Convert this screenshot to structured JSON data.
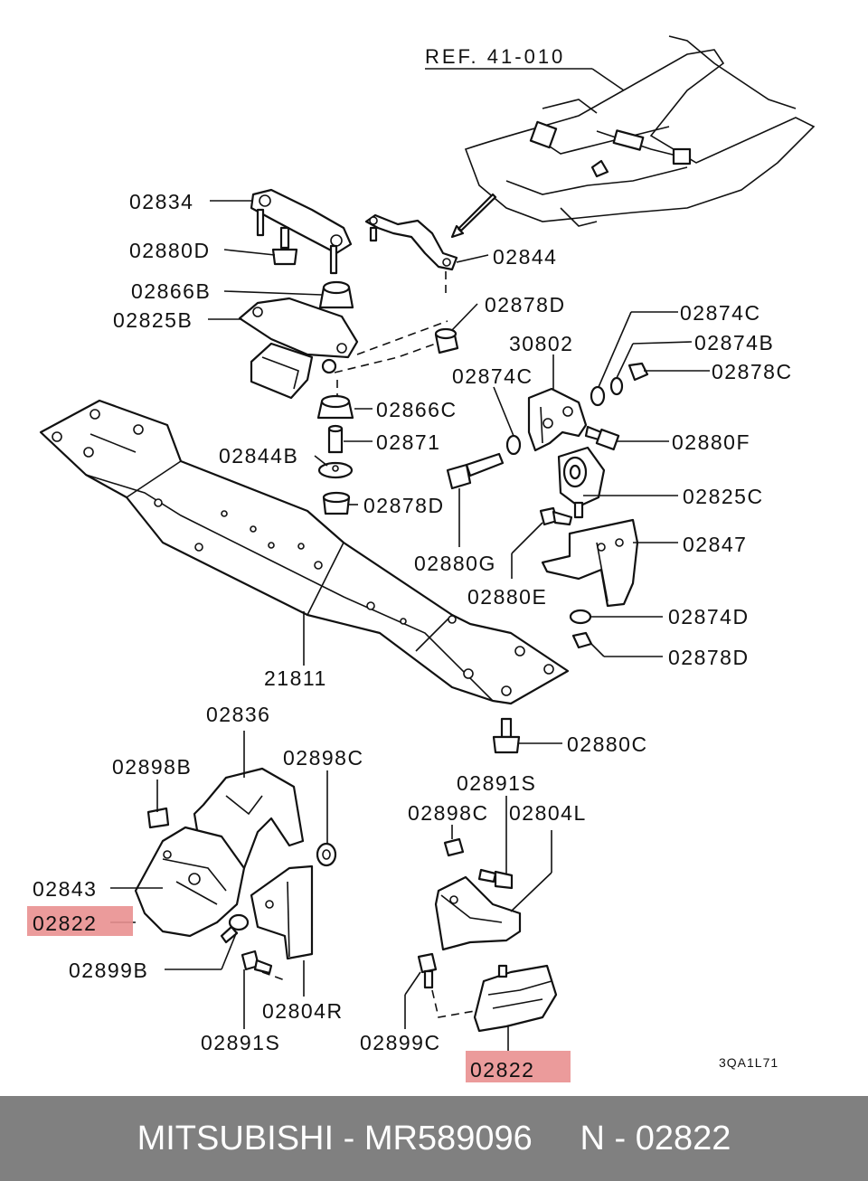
{
  "reference": "REF. 41-010",
  "drawing_code": "3QA1L71",
  "callouts": {
    "c02834": "02834",
    "c02880D": "02880D",
    "c02866B": "02866B",
    "c02825B": "02825B",
    "c02844": "02844",
    "c02878D_top": "02878D",
    "c30802": "30802",
    "c02874C_right": "02874C",
    "c02874B": "02874B",
    "c02878C": "02878C",
    "c02874C_left": "02874C",
    "c02866C": "02866C",
    "c02871": "02871",
    "c02844B": "02844B",
    "c02880F": "02880F",
    "c02825C": "02825C",
    "c02878D_mid": "02878D",
    "c02880G": "02880G",
    "c02880E": "02880E",
    "c02847": "02847",
    "c02874D": "02874D",
    "c02878D_low": "02878D",
    "c21811": "21811",
    "c02836": "02836",
    "c02898B": "02898B",
    "c02898C_left": "02898C",
    "c02880C": "02880C",
    "c02891S_right": "02891S",
    "c02898C_right": "02898C",
    "c02804L": "02804L",
    "c02843": "02843",
    "c02822_left": "02822",
    "c02899B": "02899B",
    "c02804R": "02804R",
    "c02891S_left": "02891S",
    "c02899C": "02899C",
    "c02822_right": "02822"
  },
  "highlight_color": "#e99090",
  "footer": {
    "brand": "MITSUBISHI",
    "part_number": "MR589096",
    "position": "N - 02822",
    "background": "#808080"
  }
}
